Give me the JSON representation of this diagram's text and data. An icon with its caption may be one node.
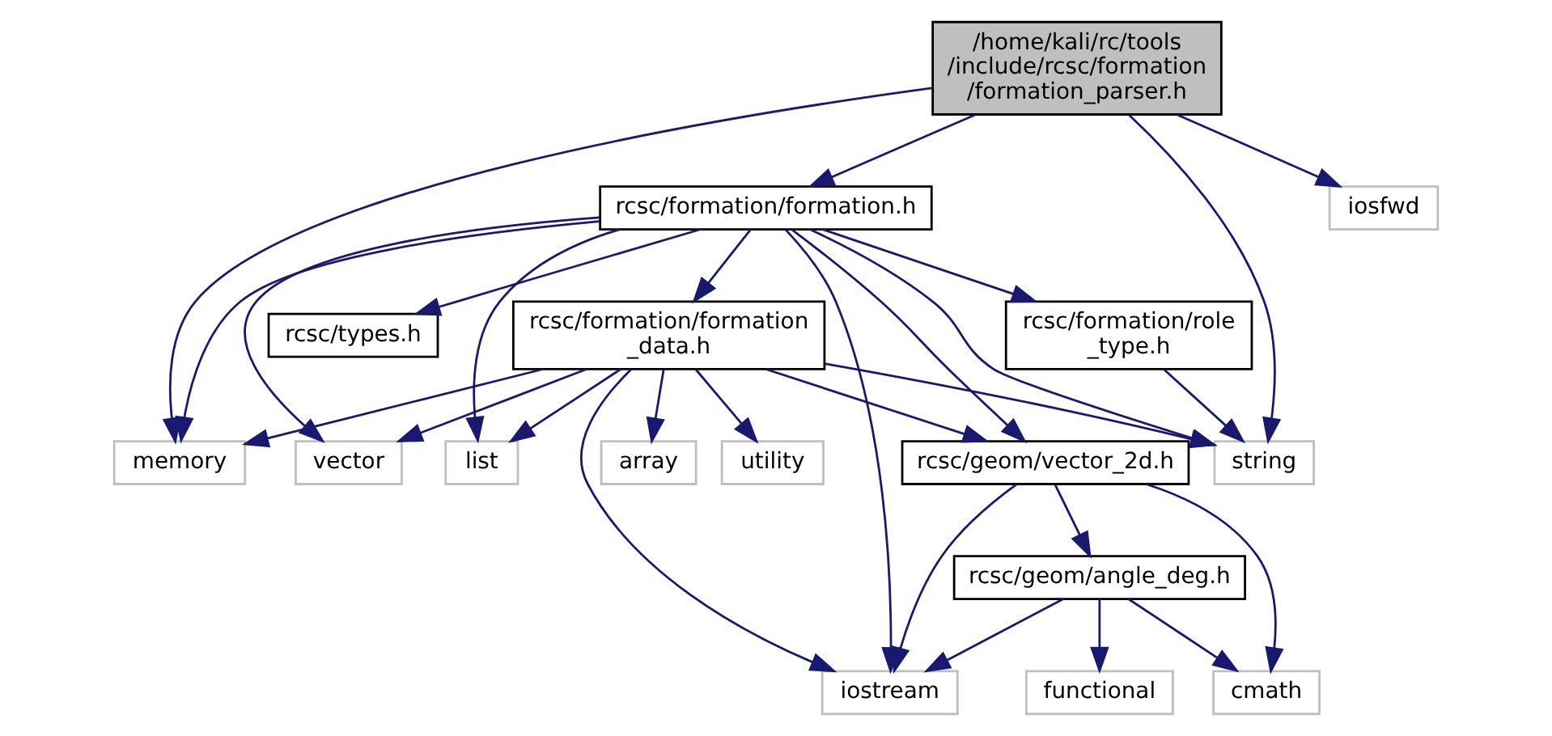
{
  "diagram": {
    "nodes": [
      {
        "text": [
          "/home/kali/rc/tools /include/rcsc/formation /formation_parser.h"
        ]
      },
      {
        "text": [
          "rcsc/formation/formation.h"
        ]
      },
      {
        "text": [
          "iosfwd"
        ]
      },
      {
        "text": [
          "rcsc/types.h"
        ]
      },
      {
        "text": [
          "rcsc/formation/formation _data.h"
        ]
      },
      {
        "text": [
          "rcsc/formation/role _type.h"
        ]
      },
      {
        "text": [
          "memory"
        ]
      },
      {
        "text": [
          "vector"
        ]
      },
      {
        "text": [
          "list"
        ]
      },
      {
        "text": [
          "array"
        ]
      },
      {
        "text": [
          "utility"
        ]
      },
      {
        "text": [
          "rcsc/geom/vector_2d.h"
        ]
      },
      {
        "text": [
          "string"
        ]
      },
      {
        "text": [
          "rcsc/geom/angle_deg.h"
        ]
      },
      {
        "text": [
          "iostream"
        ]
      },
      {
        "text": [
          "functional"
        ]
      },
      {
        "text": [
          "cmath"
        ]
      }
    ],
    "edges": [
      {
        "from": 0,
        "to": 6,
        "arrow": "to"
      },
      {
        "from": 0,
        "to": 1,
        "arrow": "to"
      },
      {
        "from": 0,
        "to": 12,
        "arrow": "to"
      },
      {
        "from": 0,
        "to": 2,
        "arrow": "to"
      },
      {
        "from": 1,
        "to": 6,
        "arrow": "to"
      },
      {
        "from": 1,
        "to": 7,
        "arrow": "to"
      },
      {
        "from": 1,
        "to": 3,
        "arrow": "to"
      },
      {
        "from": 1,
        "to": 8,
        "arrow": "to"
      },
      {
        "from": 1,
        "to": 4,
        "arrow": "to"
      },
      {
        "from": 1,
        "to": 14,
        "arrow": "to"
      },
      {
        "from": 1,
        "to": 11,
        "arrow": "to"
      },
      {
        "from": 1,
        "to": 12,
        "arrow": "to"
      },
      {
        "from": 1,
        "to": 5,
        "arrow": "to"
      },
      {
        "from": 4,
        "to": 6,
        "arrow": "to"
      },
      {
        "from": 4,
        "to": 7,
        "arrow": "to"
      },
      {
        "from": 4,
        "to": 8,
        "arrow": "to"
      },
      {
        "from": 4,
        "to": 14,
        "arrow": "to"
      },
      {
        "from": 4,
        "to": 9,
        "arrow": "to"
      },
      {
        "from": 4,
        "to": 10,
        "arrow": "to"
      },
      {
        "from": 4,
        "to": 11,
        "arrow": "to"
      },
      {
        "from": 4,
        "to": 12,
        "arrow": "to"
      },
      {
        "from": 5,
        "to": 12,
        "arrow": "to"
      },
      {
        "from": 11,
        "to": 14,
        "arrow": "to"
      },
      {
        "from": 11,
        "to": 13,
        "arrow": "to"
      },
      {
        "from": 11,
        "to": 16,
        "arrow": "to"
      },
      {
        "from": 13,
        "to": 14,
        "arrow": "to"
      },
      {
        "from": 13,
        "to": 15,
        "arrow": "to"
      },
      {
        "from": 13,
        "to": 16,
        "arrow": "to"
      }
    ]
  }
}
